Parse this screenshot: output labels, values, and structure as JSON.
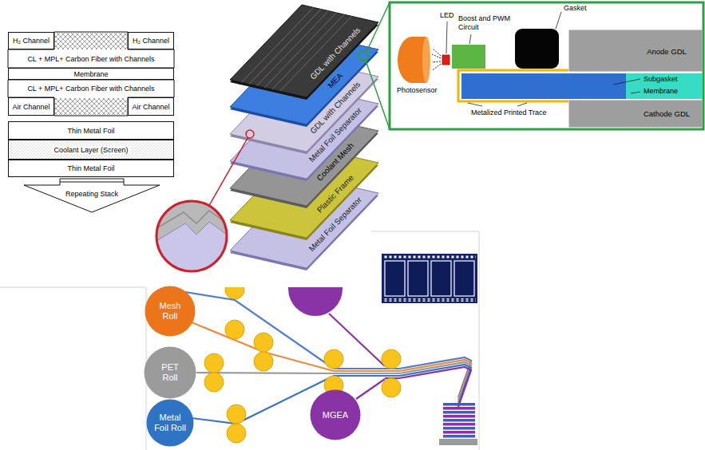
{
  "diagram": {
    "nodes": [
      {
        "text": [
          "H₂ Channel"
        ]
      },
      {
        "text": [
          "H₂ Channel"
        ]
      },
      {
        "text": [
          "CL + MPL+ Carbon Fiber with Channels"
        ]
      },
      {
        "text": [
          "Membrane"
        ]
      },
      {
        "text": [
          "CL + MPL+ Carbon Fiber with Channels"
        ]
      },
      {
        "text": [
          "Air Channel"
        ]
      },
      {
        "text": [
          "Air Channel"
        ]
      },
      {
        "text": [
          "Thin Metal Foil"
        ]
      },
      {
        "text": [
          "Coolant Layer (Screen)"
        ]
      },
      {
        "text": [
          "Thin Metal Foil"
        ]
      },
      {
        "text": [
          "Repeating Stack"
        ]
      },
      {
        "text": [
          "GDL with Channels"
        ]
      },
      {
        "text": [
          "MEA"
        ]
      },
      {
        "text": [
          "GDL with Channels"
        ]
      },
      {
        "text": [
          "Metal Foil Separator"
        ]
      },
      {
        "text": [
          "Coolant Mesh"
        ]
      },
      {
        "text": [
          "Plastic Frame"
        ]
      },
      {
        "text": [
          "Metal Foil Separator"
        ]
      },
      {
        "text": [
          "Anode GDL"
        ]
      },
      {
        "text": [
          "Cathode GDL"
        ]
      },
      {
        "text": [
          "Mesh Roll"
        ]
      },
      {
        "text": [
          "PET Roll"
        ]
      },
      {
        "text": [
          "Metal Foil Roll"
        ]
      },
      {
        "text": [
          "MGEA"
        ]
      }
    ],
    "labels": [
      "Gasket",
      "LED",
      "Boost and PWM Circuit",
      "Subgasket",
      "Membrane",
      "Photosensor",
      "Metalized Printed Trace"
    ]
  }
}
